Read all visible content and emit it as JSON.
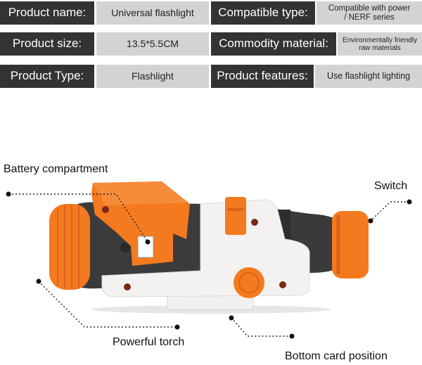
{
  "specs": {
    "row1": {
      "label_left": "Product name:",
      "value_left": "Universal flashlight",
      "label_right": "Compatible type:",
      "value_right_line1": "Compatible with power",
      "value_right_line2": "/ NERF series"
    },
    "row2": {
      "label_left": "Product size:",
      "value_left": "13.5*5.5CM",
      "label_right": "Commodity material:",
      "value_right_line1": "Environmentally friendly",
      "value_right_line2": "raw materials"
    },
    "row3": {
      "label_left": "Product Type:",
      "value_left": "Flashlight",
      "label_right": "Product features:",
      "value_right": "Use flashlight lighting"
    }
  },
  "callouts": {
    "battery": "Battery compartment",
    "switch": "Switch",
    "torch": "Powerful torch",
    "bottom": "Bottom card position"
  },
  "colors": {
    "label_bg": "#333333",
    "value_bg": "#d3d3d3",
    "orange": "#f47a1f",
    "body_dark": "#3b3b3b",
    "body_white": "#f4f2f0"
  }
}
